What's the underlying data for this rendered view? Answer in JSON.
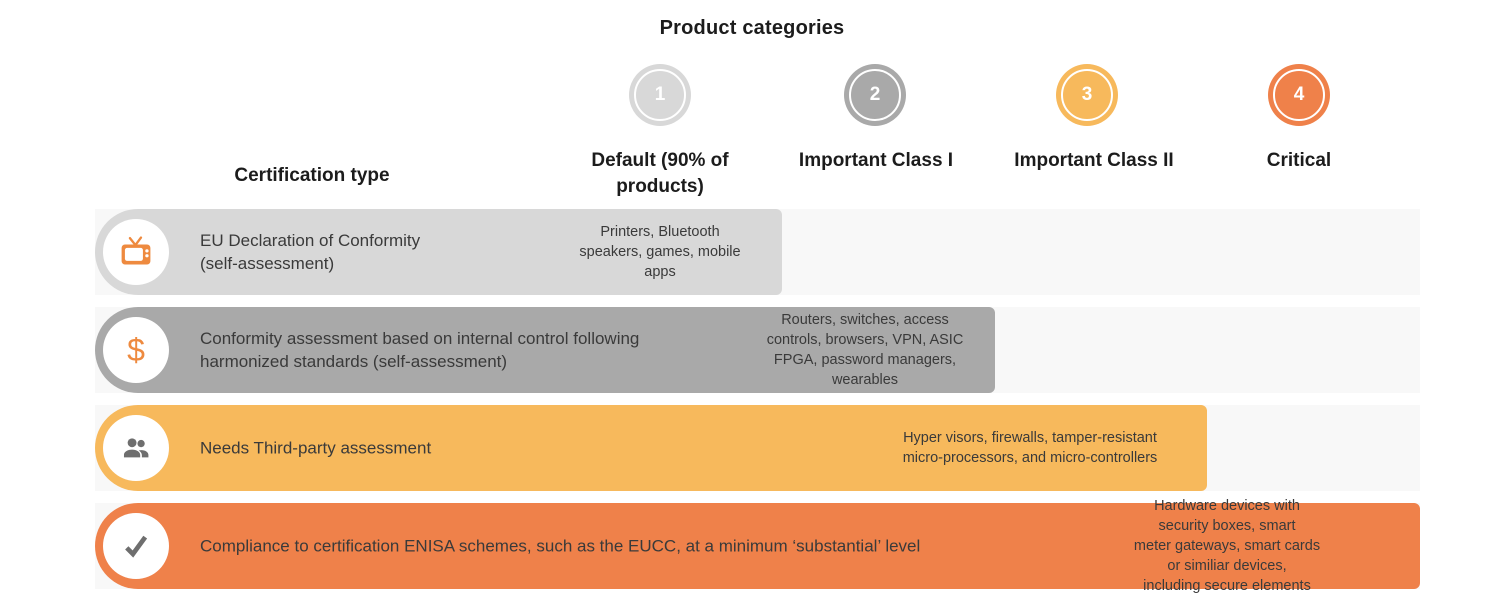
{
  "title": "Product categories",
  "certification_header": "Certification type",
  "colors": {
    "level1_gray": "#d8d8d8",
    "level2_gray": "#a9a9a9",
    "level3_amber": "#f7b95c",
    "level4_orange": "#ef814a",
    "row_background_band": "#f8f8f8",
    "icon_orange": "#ee8a3f",
    "icon_gray": "#6e6e6e",
    "header_text": "#1c1c1c",
    "body_text": "#3a3a3a"
  },
  "columns": [
    {
      "number": "1",
      "label_lines": [
        "Default (90% of",
        "products)"
      ],
      "color": "#d8d8d8"
    },
    {
      "number": "2",
      "label_lines": [
        "Important Class I"
      ],
      "color": "#a9a9a9"
    },
    {
      "number": "3",
      "label_lines": [
        "Important Class II"
      ],
      "color": "#f7b95c"
    },
    {
      "number": "4",
      "label_lines": [
        "Critical"
      ],
      "color": "#ef814a"
    }
  ],
  "rows": [
    {
      "level": "1",
      "icon": "tv-icon",
      "bar_color": "#d8d8d8",
      "spans_through_column": "Default (90% of products)",
      "certification_lines": [
        "EU Declaration of Conformity",
        "(self-assessment)"
      ],
      "products_lines": [
        "Printers, Bluetooth",
        "speakers, games, mobile",
        "apps"
      ]
    },
    {
      "level": "2",
      "icon": "dollar-icon",
      "bar_color": "#a9a9a9",
      "spans_through_column": "Important Class I",
      "certification_lines": [
        "Conformity assessment based on internal control following",
        "harmonized standards (self-assessment)"
      ],
      "products_lines": [
        "Routers, switches, access",
        "controls, browsers, VPN, ASIC",
        "FPGA, password managers,",
        "wearables"
      ]
    },
    {
      "level": "3",
      "icon": "people-icon",
      "bar_color": "#f7b95c",
      "spans_through_column": "Important Class II",
      "certification_lines": [
        "Needs Third-party assessment"
      ],
      "products_lines": [
        "Hyper visors, firewalls, tamper-resistant",
        "micro-processors, and micro-controllers"
      ]
    },
    {
      "level": "4",
      "icon": "check-icon",
      "bar_color": "#ef814a",
      "spans_through_column": "Critical",
      "certification_lines": [
        "Compliance to certification ENISA schemes, such as the EUCC, at a minimum ‘substantial’ level"
      ],
      "products_lines": [
        "Hardware devices with security boxes, smart",
        "meter gateways, smart cards or similiar devices,",
        "including secure elements"
      ]
    }
  ]
}
